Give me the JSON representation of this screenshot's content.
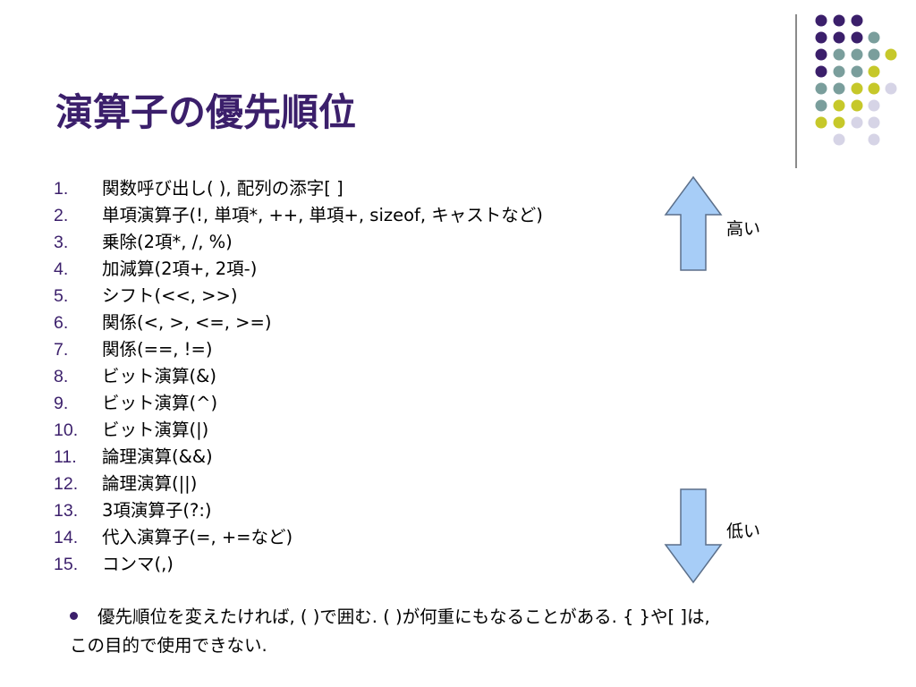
{
  "slide": {
    "title": "演算子の優先順位",
    "items": [
      {
        "num": "1.",
        "text": "関数呼び出し( ), 配列の添字[ ]"
      },
      {
        "num": "2.",
        "text": "単項演算子(!, 単項*, ++, 単項+, sizeof, キャストなど)"
      },
      {
        "num": "3.",
        "text": "乗除(2項*, /, %)"
      },
      {
        "num": "4.",
        "text": "加減算(2項+, 2項-)"
      },
      {
        "num": "5.",
        "text": "シフト(<<, >>)"
      },
      {
        "num": "6.",
        "text": "関係(<, >, <=, >=)"
      },
      {
        "num": "7.",
        "text": "関係(==, !=)"
      },
      {
        "num": "8.",
        "text": "ビット演算(&)"
      },
      {
        "num": "9.",
        "text": "ビット演算(^)"
      },
      {
        "num": "10.",
        "text": "ビット演算(|)"
      },
      {
        "num": "11.",
        "text": "論理演算(&&)"
      },
      {
        "num": "12.",
        "text": "論理演算(||)"
      },
      {
        "num": "13.",
        "text": "3項演算子(?:)"
      },
      {
        "num": "14.",
        "text": "代入演算子(=, +=など)"
      },
      {
        "num": "15.",
        "text": "コンマ(,)"
      }
    ],
    "high_label": "高い",
    "low_label": "低い",
    "note_line1": "優先順位を変えたければ, ( )で囲む. ( )が何重にもなることがある. { }や[ ]は,",
    "note_line2": "この目的で使用できない."
  },
  "colors": {
    "title": "#3b1f6b",
    "arrow_fill": "#a7cdf7",
    "arrow_stroke": "#5b6f8a",
    "dot_purple": "#3b1f6b",
    "dot_teal": "#7a9e9c",
    "dot_yellow": "#c6c82a",
    "dot_lavender": "#d6d4e6"
  },
  "icons": [
    "up-arrow-icon",
    "down-arrow-icon",
    "bullet-icon"
  ]
}
